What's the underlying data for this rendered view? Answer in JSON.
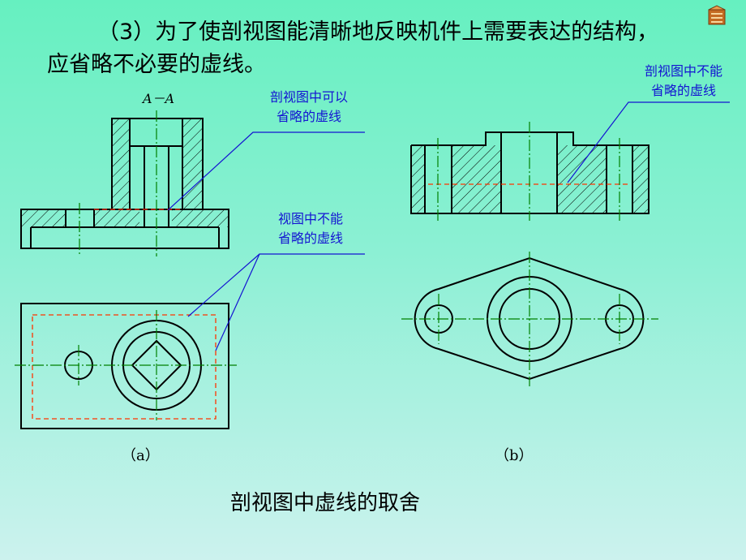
{
  "intro": {
    "line1": "（3）为了使剖视图能清晰地反映机件上需要表达的结构，",
    "line2": "应省略不必要的虚线。"
  },
  "section_label": "A－A",
  "callouts": {
    "a_top_line1": "剖视图中可以",
    "a_top_line2": "省略的虚线",
    "a_mid_line1": "视图中不能",
    "a_mid_line2": "省略的虚线",
    "b_top_line1": "剖视图中不能",
    "b_top_line2": "省略的虚线"
  },
  "figure_labels": {
    "a": "（a）",
    "b": "（b）"
  },
  "caption": "剖视图中虚线的取舍",
  "colors": {
    "outline": "#000000",
    "center_line": "#008000",
    "hidden_line": "#ff3300",
    "leader": "#1414d2"
  },
  "icon": "book-icon"
}
